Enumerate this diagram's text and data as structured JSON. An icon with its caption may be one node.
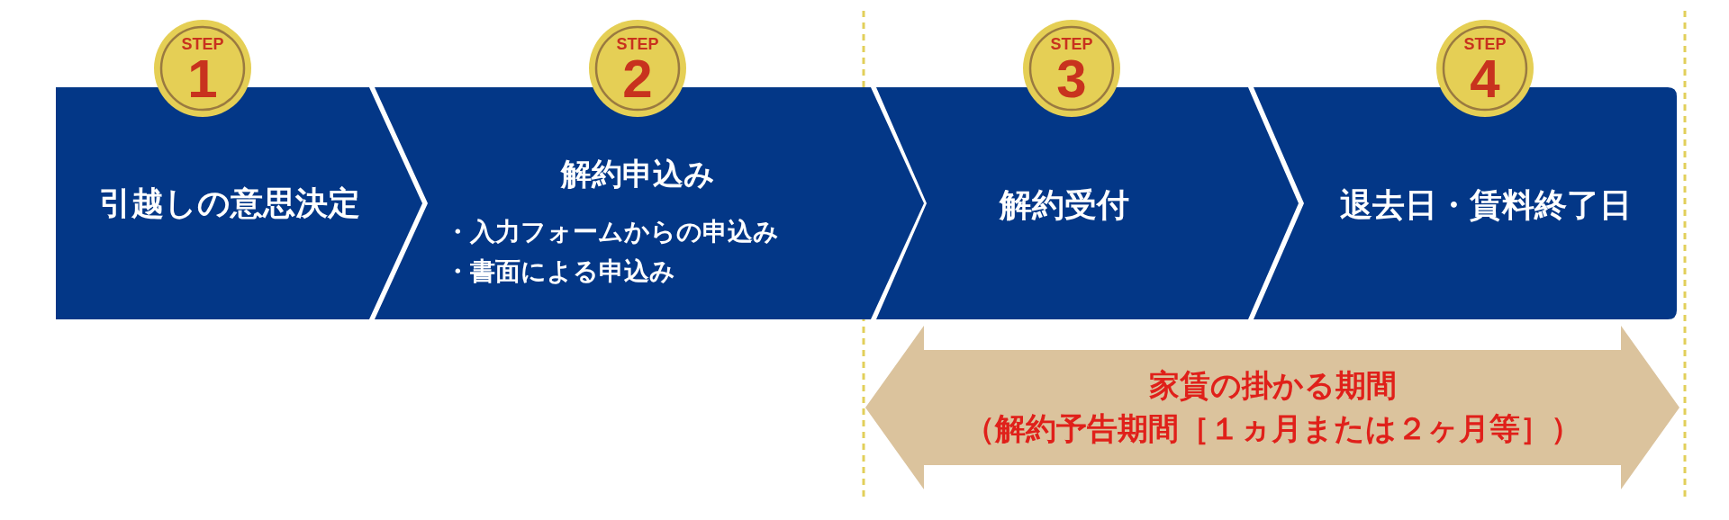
{
  "diagram": {
    "nodes": [
      {
        "text": [
          "STEP",
          "1"
        ]
      },
      {
        "text": [
          "引越しの意思決定"
        ]
      },
      {
        "text": [
          "STEP",
          "2"
        ]
      },
      {
        "text": [
          "解約申込み",
          "・入力フォームからの申込み",
          "・書面による申込み"
        ]
      },
      {
        "text": [
          "STEP",
          "3"
        ]
      },
      {
        "text": [
          "解約受付"
        ]
      },
      {
        "text": [
          "STEP",
          "4"
        ]
      },
      {
        "text": [
          "退去日・賃料終了日"
        ]
      },
      {
        "text": [
          "家賃の掛かる期間",
          "（解約予告期間［１ヵ月または２ヶ月等］）"
        ]
      }
    ]
  }
}
